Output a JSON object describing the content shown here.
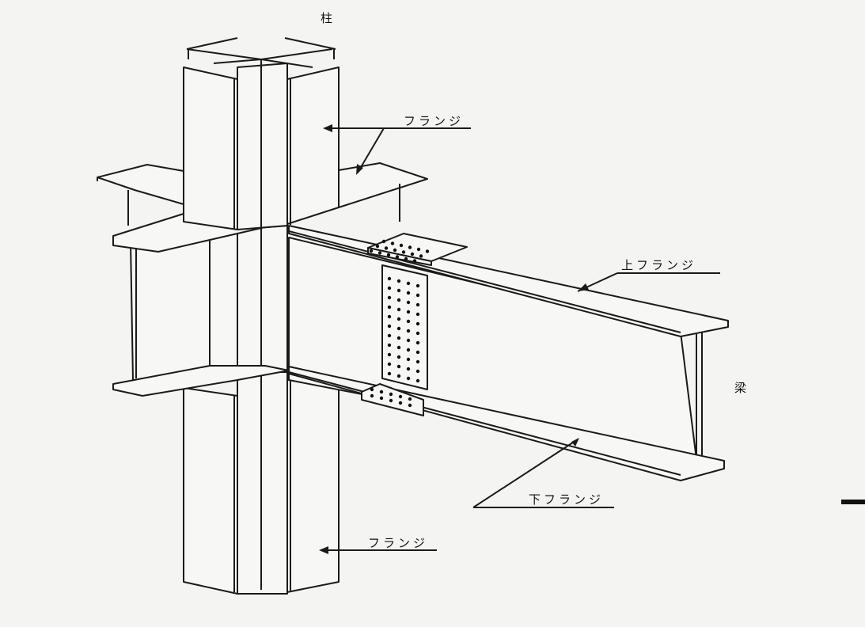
{
  "labels": {
    "column": "柱",
    "column_flange_top": "フランジ",
    "upper_flange": "上フランジ",
    "beam": "梁",
    "lower_flange": "下フランジ",
    "column_flange_bottom": "フランジ"
  },
  "colors": {
    "ink": "#1a1a1a",
    "paper": "#f4f4f2"
  }
}
